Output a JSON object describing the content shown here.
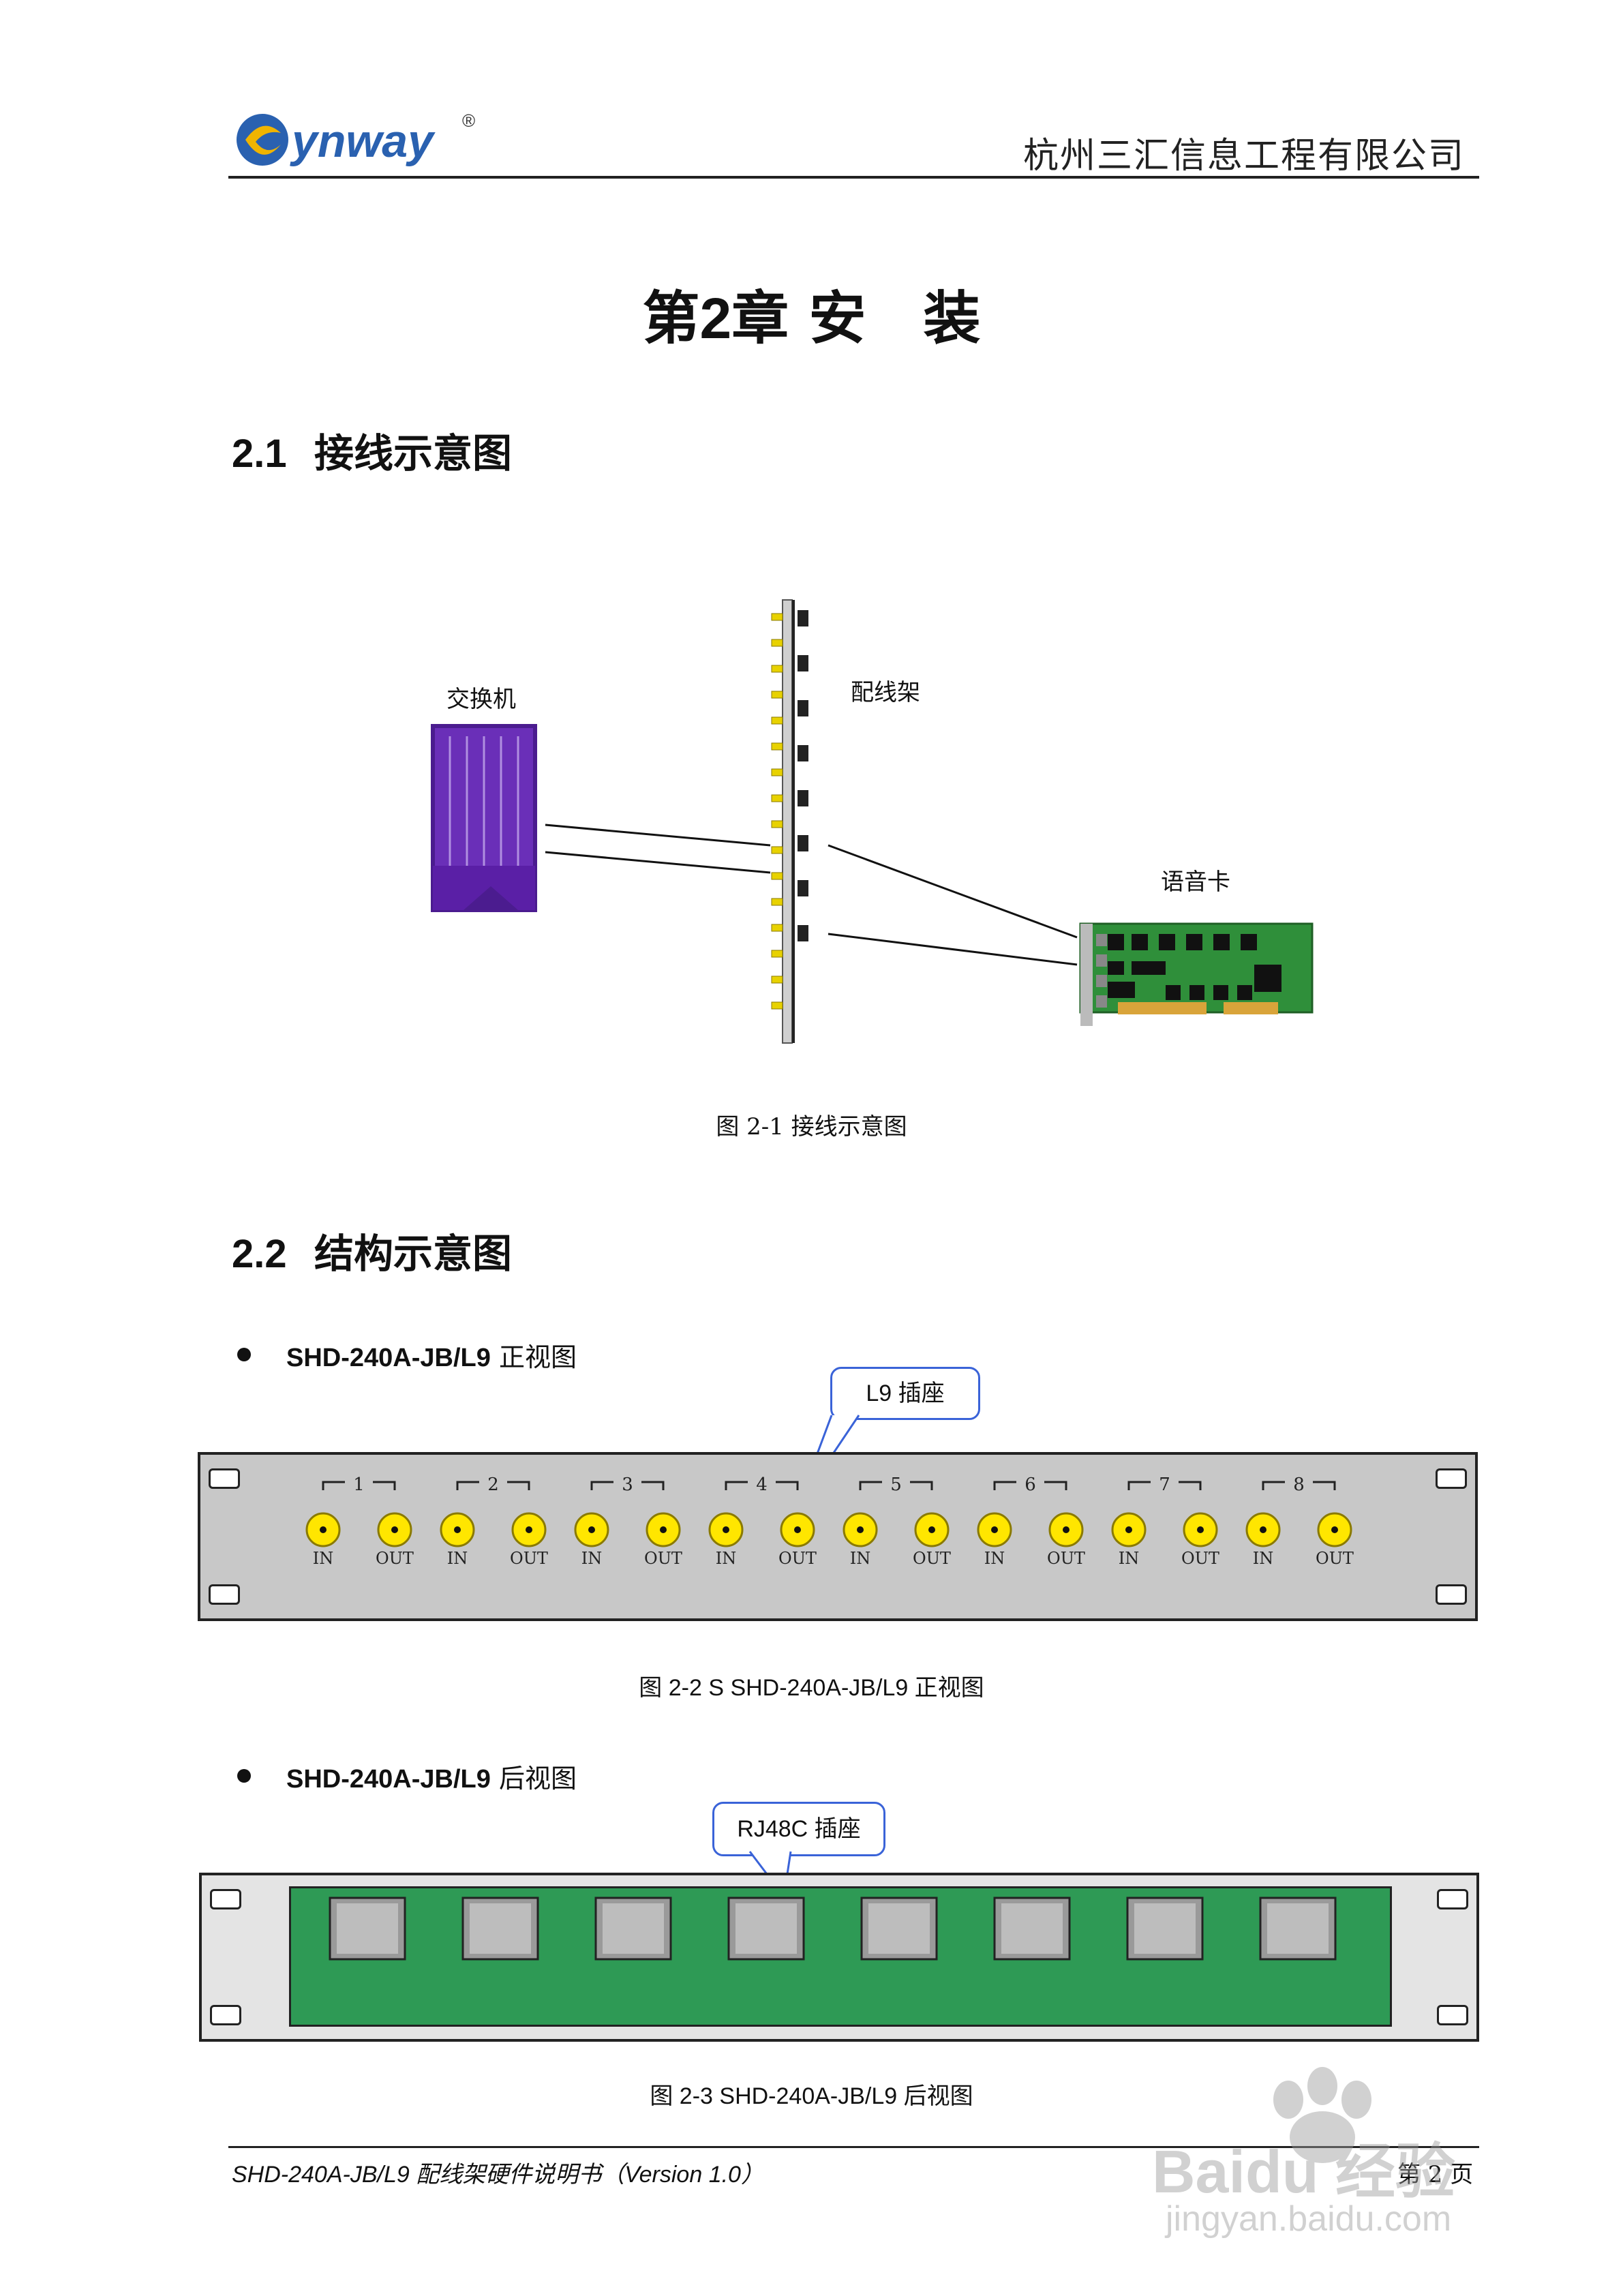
{
  "header": {
    "logo_text": "Synway",
    "logo_mark": "®",
    "company": "杭州三汇信息工程有限公司"
  },
  "chapter": {
    "title_prefix": "第",
    "number": "2",
    "title_suffix": "章 安　装"
  },
  "section_1": {
    "number": "2.1",
    "title": "接线示意图",
    "labels": {
      "switch": "交换机",
      "patch_frame": "配线架",
      "voice_card": "语音卡"
    },
    "caption": "图 2-1  接线示意图"
  },
  "section_2": {
    "number": "2.2",
    "title": "结构示意图",
    "front": {
      "bullet_bold": "SHD-240A-JB/L9",
      "bullet_rest": " 正视图",
      "callout": "L9 插座",
      "groups": [
        "1",
        "2",
        "3",
        "4",
        "5",
        "6",
        "7",
        "8"
      ],
      "port_in": "IN",
      "port_out": "OUT",
      "caption": "图 2-2 S SHD-240A-JB/L9 正视图"
    },
    "rear": {
      "bullet_bold": "SHD-240A-JB/L9",
      "bullet_rest": " 后视图",
      "callout": "RJ48C 插座",
      "caption": "图 2-3 SHD-240A-JB/L9 后视图"
    }
  },
  "footer": {
    "doc_title": "SHD-240A-JB/L9 配线架硬件说明书（Version 1.0）",
    "page": "第 2 页"
  },
  "watermark": {
    "brand": "Baidu 经验",
    "url": "jingyan.baidu.com"
  }
}
